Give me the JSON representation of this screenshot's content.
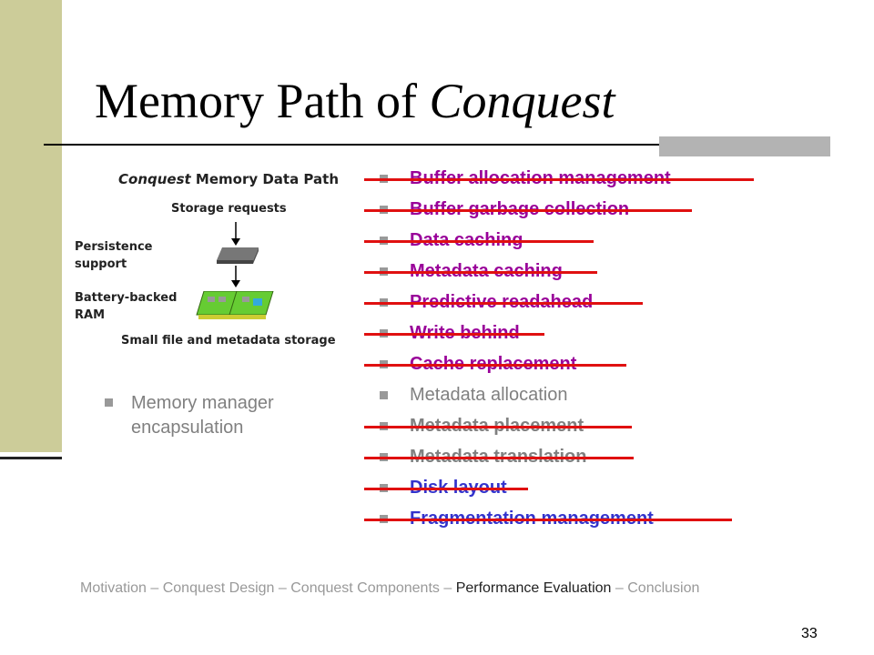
{
  "slide": {
    "title_plain": "Memory Path of ",
    "title_italic": "Conquest",
    "page_number": "33"
  },
  "diagram": {
    "title_italic": "Conquest",
    "title_rest": " Memory Data Path",
    "storage_requests": "Storage requests",
    "persistence_line1": "Persistence",
    "persistence_line2": "support",
    "battery_line1": "Battery-backed",
    "battery_line2": "RAM",
    "small_file": "Small file and metadata storage"
  },
  "left_item": {
    "line1": "Memory manager",
    "line2": "encapsulation"
  },
  "items": [
    {
      "label": "Buffer allocation management",
      "color": "#990099",
      "struck": true
    },
    {
      "label": "Buffer garbage collection",
      "color": "#990099",
      "struck": true
    },
    {
      "label": "Data caching",
      "color": "#990099",
      "struck": true
    },
    {
      "label": "Metadata caching",
      "color": "#990099",
      "struck": true
    },
    {
      "label": "Predictive readahead",
      "color": "#990099",
      "struck": true
    },
    {
      "label": "Write behind",
      "color": "#990099",
      "struck": true
    },
    {
      "label": "Cache replacement",
      "color": "#990099",
      "struck": true
    },
    {
      "label": "Metadata allocation",
      "color": "#808080",
      "struck": false
    },
    {
      "label": "Metadata placement",
      "color": "#808080",
      "struck": true
    },
    {
      "label": "Metadata translation",
      "color": "#808080",
      "struck": true
    },
    {
      "label": "Disk layout",
      "color": "#3333cc",
      "struck": true
    },
    {
      "label": "Fragmentation management",
      "color": "#3333cc",
      "struck": true
    }
  ],
  "footer": {
    "before": "Motivation – Conquest Design – Conquest Components – ",
    "highlight": "Performance Evaluation",
    "after": "  – Conclusion"
  },
  "colors": {
    "sidebar": "#cccc99",
    "strike": "#e01010"
  }
}
